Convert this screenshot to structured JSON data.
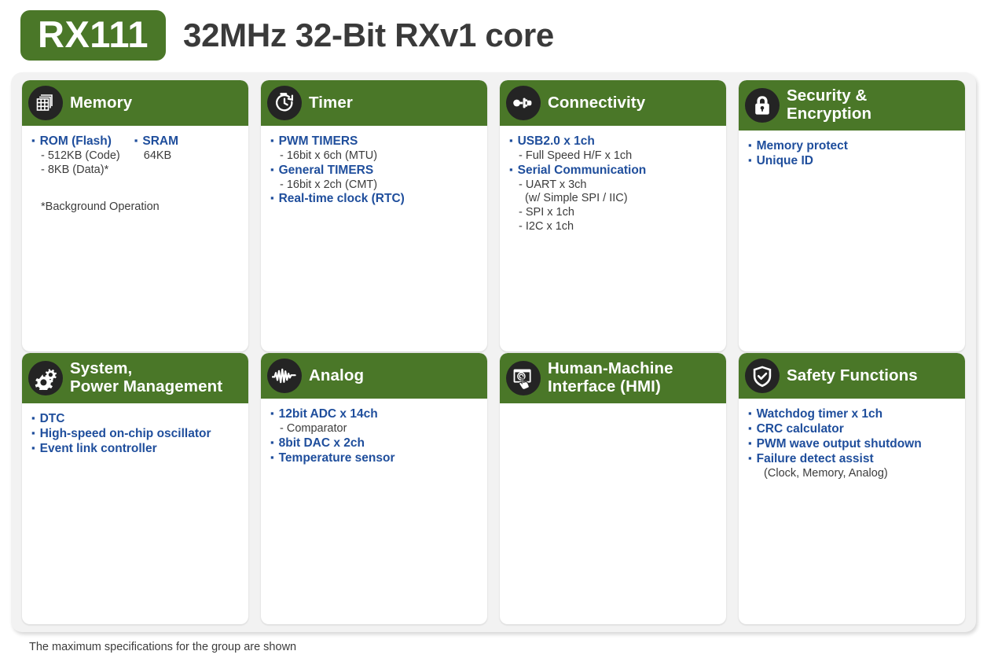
{
  "header": {
    "part_number": "RX111",
    "title": "32MHz 32-Bit RXv1 core",
    "badge_color": "#4a7728",
    "title_color": "#3a3a3a"
  },
  "theme": {
    "header_green": "#4a7728",
    "icon_circle": "#242424",
    "bullet_blue": "#1f4e9c",
    "sub_gray": "#3c3c3c",
    "panel_bg": "#f2f2f2",
    "card_bg": "#ffffff"
  },
  "cards": [
    {
      "id": "memory",
      "icon": "memory-grid-icon",
      "title": "Memory",
      "columns": [
        {
          "lines": [
            {
              "type": "bullet",
              "text": "ROM (Flash)"
            },
            {
              "type": "sub",
              "text": "- 512KB (Code)"
            },
            {
              "type": "sub",
              "text": "- 8KB (Data)*"
            }
          ]
        },
        {
          "lines": [
            {
              "type": "bullet",
              "text": "SRAM"
            },
            {
              "type": "plain",
              "text": "64KB"
            }
          ]
        }
      ],
      "note": "*Background Operation"
    },
    {
      "id": "timer",
      "icon": "stopwatch-icon",
      "title": "Timer",
      "columns": [
        {
          "lines": [
            {
              "type": "bullet",
              "text": "PWM TIMERS"
            },
            {
              "type": "sub",
              "text": "- 16bit x 6ch (MTU)"
            },
            {
              "type": "bullet",
              "text": "General TIMERS"
            },
            {
              "type": "sub",
              "text": "- 16bit x 2ch (CMT)"
            },
            {
              "type": "bullet",
              "text": "Real-time clock (RTC)"
            }
          ]
        }
      ],
      "note": ""
    },
    {
      "id": "connectivity",
      "icon": "plug-connector-icon",
      "title": "Connectivity",
      "columns": [
        {
          "lines": [
            {
              "type": "bullet",
              "text": "USB2.0 x 1ch"
            },
            {
              "type": "sub",
              "text": "- Full Speed H/F x 1ch"
            },
            {
              "type": "bullet",
              "text": "Serial Communication"
            },
            {
              "type": "sub",
              "text": "- UART x 3ch"
            },
            {
              "type": "sub",
              "text": "  (w/ Simple SPI / IIC)"
            },
            {
              "type": "sub",
              "text": "- SPI x 1ch"
            },
            {
              "type": "sub",
              "text": "- I2C x 1ch"
            }
          ]
        }
      ],
      "note": ""
    },
    {
      "id": "security-encryption",
      "icon": "lock-icon",
      "title": "Security &\nEncryption",
      "columns": [
        {
          "lines": [
            {
              "type": "bullet",
              "text": "Memory protect"
            },
            {
              "type": "bullet",
              "text": "Unique ID"
            }
          ]
        }
      ],
      "note": ""
    },
    {
      "id": "system-power-management",
      "icon": "gears-icon",
      "title": "System,\nPower Management",
      "columns": [
        {
          "lines": [
            {
              "type": "bullet",
              "text": "DTC"
            },
            {
              "type": "bullet",
              "text": "High-speed on-chip oscillator"
            },
            {
              "type": "bullet",
              "text": "Event link controller"
            }
          ]
        }
      ],
      "note": ""
    },
    {
      "id": "analog",
      "icon": "waveform-icon",
      "title": "Analog",
      "columns": [
        {
          "lines": [
            {
              "type": "bullet",
              "text": "12bit  ADC x 14ch"
            },
            {
              "type": "sub",
              "text": "- Comparator"
            },
            {
              "type": "bullet",
              "text": "8bit DAC x 2ch"
            },
            {
              "type": "bullet",
              "text": "Temperature sensor"
            }
          ]
        }
      ],
      "note": ""
    },
    {
      "id": "human-machine-interface",
      "icon": "touchscreen-hand-icon",
      "title": "Human-Machine\nInterface (HMI)",
      "columns": [
        {
          "lines": []
        }
      ],
      "note": ""
    },
    {
      "id": "safety-functions",
      "icon": "shield-check-icon",
      "title": "Safety Functions",
      "columns": [
        {
          "lines": [
            {
              "type": "bullet",
              "text": "Watchdog timer x 1ch"
            },
            {
              "type": "bullet",
              "text": "CRC calculator"
            },
            {
              "type": "bullet",
              "text": "PWM wave output shutdown"
            },
            {
              "type": "bullet",
              "text": "Failure detect assist"
            },
            {
              "type": "sub",
              "text": "  (Clock, Memory, Analog)"
            }
          ]
        }
      ],
      "note": ""
    }
  ],
  "footer": {
    "note": "The maximum specifications for the group are shown"
  }
}
